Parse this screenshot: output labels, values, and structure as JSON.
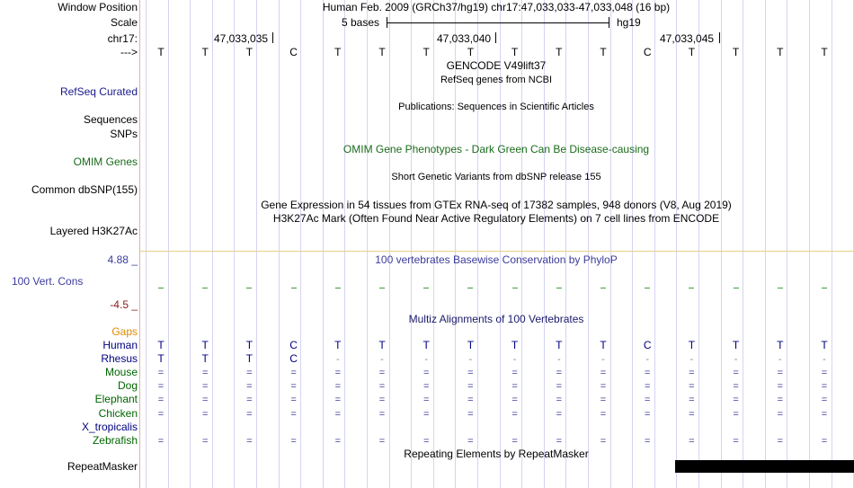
{
  "header": {
    "window_position_label": "Window Position",
    "window_position_value": "Human Feb. 2009 (GRCh37/hg19)   chr17:47,033,033-47,033,048 (16 bp)",
    "scale_label": "Scale",
    "scale_value": "5 bases",
    "scale_db": "hg19",
    "chrom_label": "chr17:",
    "coords": [
      "47,033,035",
      "47,033,040",
      "47,033,045"
    ],
    "strand_label": "--->"
  },
  "sequence": [
    "T",
    "T",
    "T",
    "C",
    "T",
    "T",
    "T",
    "T",
    "T",
    "T",
    "T",
    "C",
    "T",
    "T",
    "T",
    "T"
  ],
  "tracks": {
    "gencode_title": "GENCODE V49lift37",
    "refseq_subtitle": "RefSeq genes from NCBI",
    "refseq_label": "RefSeq Curated",
    "publications_title": "Publications: Sequences in Scientific Articles",
    "sequences_label": "Sequences",
    "snps_label": "SNPs",
    "omim_title": "OMIM Gene Phenotypes - Dark Green Can Be Disease-causing",
    "omim_label": "OMIM Genes",
    "dbsnp_title": "Short Genetic Variants from dbSNP release 155",
    "dbsnp_label": "Common dbSNP(155)",
    "gtex_title": "Gene Expression in 54 tissues from GTEx RNA-seq of 17382 samples, 948 donors (V8, Aug 2019)",
    "h3k27ac_title": "H3K27Ac Mark (Often Found Near Active Regulatory Elements) on 7 cell lines from ENCODE",
    "h3k27ac_label": "Layered H3K27Ac",
    "phylop_max": "4.88 _",
    "phylop_title": "100 vertebrates Basewise Conservation by PhyloP",
    "phylop_label": "100 Vert. Cons",
    "phylop_min": "-4.5 _",
    "multiz_title": "Multiz Alignments of 100 Vertebrates",
    "gaps_label": "Gaps",
    "repeatmasker_title": "Repeating Elements by RepeatMasker",
    "repeatmasker_label": "RepeatMasker"
  },
  "species": [
    {
      "name": "Human",
      "color": "#000080",
      "row": [
        "T",
        "T",
        "T",
        "C",
        "T",
        "T",
        "T",
        "T",
        "T",
        "T",
        "T",
        "C",
        "T",
        "T",
        "T",
        "T"
      ]
    },
    {
      "name": "Rhesus",
      "color": "#000080",
      "row": [
        "T",
        "T",
        "T",
        "C",
        "-",
        "-",
        "-",
        "-",
        "-",
        "-",
        "-",
        "-",
        "-",
        "-",
        "-",
        "-"
      ]
    },
    {
      "name": "Mouse",
      "color": "#006400",
      "row": [
        "=",
        "=",
        "=",
        "=",
        "=",
        "=",
        "=",
        "=",
        "=",
        "=",
        "=",
        "=",
        "=",
        "=",
        "=",
        "="
      ]
    },
    {
      "name": "Dog",
      "color": "#006400",
      "row": [
        "=",
        "=",
        "=",
        "=",
        "=",
        "=",
        "=",
        "=",
        "=",
        "=",
        "=",
        "=",
        "=",
        "=",
        "=",
        "="
      ]
    },
    {
      "name": "Elephant",
      "color": "#006400",
      "row": [
        "=",
        "=",
        "=",
        "=",
        "=",
        "=",
        "=",
        "=",
        "=",
        "=",
        "=",
        "=",
        "=",
        "=",
        "=",
        "="
      ]
    },
    {
      "name": "Chicken",
      "color": "#006400",
      "row": [
        "=",
        "=",
        "=",
        "=",
        "=",
        "=",
        "=",
        "=",
        "=",
        "=",
        "=",
        "=",
        "=",
        "=",
        "=",
        "="
      ]
    },
    {
      "name": "X_tropicalis",
      "color": "#000080",
      "row": []
    },
    {
      "name": "Zebrafish",
      "color": "#006400",
      "row": [
        "=",
        "=",
        "=",
        "=",
        "=",
        "=",
        "=",
        "=",
        "=",
        "=",
        "=",
        "=",
        "=",
        "=",
        "=",
        "="
      ]
    }
  ],
  "colors": {
    "refseq": "#1a1a8c",
    "omim": "#1a6b1a",
    "phylop": "#3c3c9c",
    "phylop_min": "#8c1a1a",
    "gaps": "#e08a00",
    "multiz": "#1a1a6b",
    "species_blue": "#000080",
    "species_green": "#006400"
  }
}
